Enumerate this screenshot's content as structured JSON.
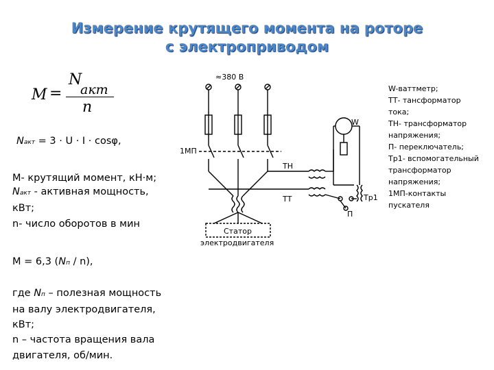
{
  "title": {
    "line1": "Измерение крутящего момента на роторе",
    "line2": "с электроприводом"
  },
  "formula_main": {
    "lhs": "M",
    "eq": "=",
    "numerator": "N",
    "numerator_sub": "акт",
    "denominator": "n"
  },
  "formula_power": {
    "N": "N",
    "sub": "акт",
    "rhs": "= 3 · U · I · cosφ,"
  },
  "definitions": {
    "line1": "М- крутящий момент, кН·м;",
    "line2_N": "N",
    "line2_sub": "акт",
    "line2_rest": " - активная мощность,",
    "line3": "кВт;",
    "line4": "n- число  оборотов в мин"
  },
  "formula_useful": {
    "prefix": "М = 6,3 (",
    "N": "N",
    "sub": "п",
    "suffix": "  / n),"
  },
  "where": {
    "line1_prefix": "где  ",
    "line1_N": "N",
    "line1_sub": "п",
    "line1_rest": " – полезная мощность",
    "line2": "на валу электродвигателя,",
    "line3": "кВт;",
    "line4": "n – частота вращения вала",
    "line5": "двигателя, об/мин."
  },
  "legend": [
    "W-ваттметр;",
    "ТТ- тансформатор",
    "тока;",
    "ТН- трансформатор",
    "напряжения;",
    "П- переключатель;",
    "Тр1- вспомогательный",
    "трансформатор",
    "напряжения;",
    "1МП-контакты",
    "пускателя"
  ],
  "diagram_labels": {
    "supply": "≈380 В",
    "contacts": "1МП",
    "tn": "ТН",
    "tt": "ТТ",
    "tr1": "Тр1",
    "switch": "П",
    "wattmeter": "W",
    "stator_line1": "Статор",
    "stator_line2": "электродвигателя"
  },
  "colors": {
    "title": "#4a86c8",
    "title_shadow": "#1b2f52",
    "text": "#000000"
  }
}
